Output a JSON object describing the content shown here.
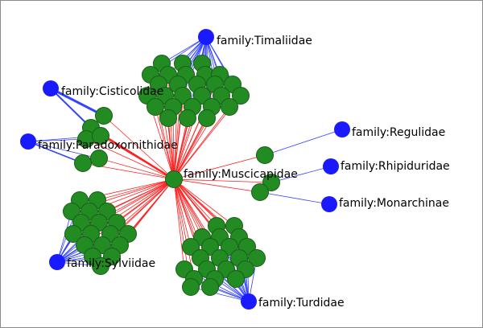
{
  "graph": {
    "center": {
      "label": "family:Muscicapidae"
    },
    "families": [
      {
        "id": "timaliidae",
        "label": "family:Timaliidae"
      },
      {
        "id": "cisticolidae",
        "label": "family:Cisticolidae"
      },
      {
        "id": "paradoxornithidae",
        "label": "family:Paradoxornithidae"
      },
      {
        "id": "regulidae",
        "label": "family:Regulidae"
      },
      {
        "id": "rhipiduridae",
        "label": "family:Rhipiduridae"
      },
      {
        "id": "monarchinae",
        "label": "family:Monarchinae"
      },
      {
        "id": "sylviidae",
        "label": "family:Sylviidae"
      },
      {
        "id": "turdidae",
        "label": "family:Turdidae"
      }
    ]
  },
  "colors": {
    "family_node": "#1a1aff",
    "species_node": "#228b22",
    "species_node_stroke": "#1a5e1a",
    "center_edge": "#ff2020",
    "family_edge": "#3344ff"
  }
}
